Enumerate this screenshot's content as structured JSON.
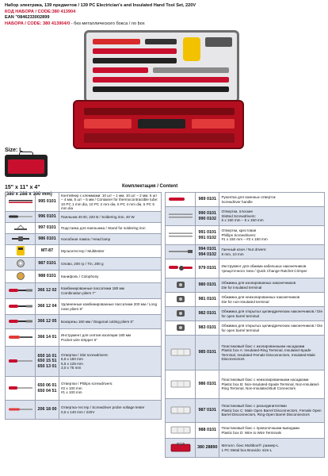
{
  "header": {
    "line1": "Набор электрика, 139 предметов / 139 PC Electrician's and Insulated Hand Tool Set, 220V",
    "line2": "КОД НАБОРА / CODE:380 413904",
    "line3": "EAN \"0846233002899",
    "line4_main": "НАБОРА / CODE: 380 413904/0",
    "line4_note": " - без металлического бокса / no box"
  },
  "size": {
    "label": "Size: L",
    "inches": "15\" x 11\" x 4\"",
    "mm": "(380 x 288 x 100 mm)"
  },
  "contents_title": "Комплектация / Content",
  "colors": {
    "accent": "#c8102e",
    "case_red": "#b50f1f",
    "grid": "#9aa2b2",
    "shade": "#dde3ee"
  },
  "left_items": [
    {
      "code": "995 0101",
      "desc": "Контейнер с клеммами: 10 шт – 1 мм, 10 шт – 2 мм, 5 шт – 4 мм, 5 шт – 5 мм / Container for thermocontractible tube: 10 PC 1 mm dia, 10 PC 2 mm dia, 5 PC 4 mm dia, 5 PC 5 mm dia",
      "icon": "tubes-icon"
    },
    {
      "code": "996 0101",
      "desc": "Паяльник 40 Вт, 220 В / Soldering iron, 40 W",
      "icon": "soldering-iron-icon"
    },
    {
      "code": "997 0101",
      "desc": "Подставка для паяльника / Stand for soldering iron",
      "icon": "stand-icon"
    },
    {
      "code": "986 0101",
      "desc": "Налобная лампа / Head lamp",
      "icon": "head-lamp-icon"
    },
    {
      "code": "MT-87",
      "desc": "Мультитестер / Multitester",
      "icon": "multitester-icon"
    },
    {
      "code": "987 0101",
      "desc": "Олово, 200 гр / Tin, 200 g",
      "icon": "tin-icon"
    },
    {
      "code": "988 0101",
      "desc": "Канифоль / Colophony",
      "icon": "colophony-icon"
    },
    {
      "code": "366 12 02",
      "desc": "Комбинированные пассатижи 180 мм\nCombination pliers 7\"",
      "icon": "pliers-icon"
    },
    {
      "code": "366 12 04",
      "desc": "Удлиненные комбинированные пассатижи 200 мм / Long nose pliers 8\"",
      "icon": "pliers-icon"
    },
    {
      "code": "366 12 05",
      "desc": "Бокорезы 160 мм / Diagonal cutting pliers 6\"",
      "icon": "pliers-icon"
    },
    {
      "code": "366 14 01",
      "desc": "Инструмент для снятия изоляции 180 мм\nPocket wire stripper 6\"",
      "icon": "stripper-icon"
    },
    {
      "code": "650 16 01\n650 15 51\n650 13 01",
      "desc": "Отвертки / Slot screwdrivers:\n6,5 x 150 mm\n5,5 x 125 mm\n3,0 x 75 mm",
      "icon": "screwdriver-icon"
    },
    {
      "code": "650 06 01\n650 04 51",
      "desc": "Отвертки / Philips screwdrivers:\n#2 x 100 mm\n#1 x 100 mm",
      "icon": "screwdriver-icon"
    },
    {
      "code": "206 18 00",
      "desc": "Отвертка-тестер / Screwdriver probe voltage tester\n0,5 x 140 mm / 220V",
      "icon": "tester-icon"
    }
  ],
  "right_items": [
    {
      "code": "989 0101",
      "desc": "Рукоятка для сменных отверток\nScrewdriver handle",
      "icon": "handle-icon"
    },
    {
      "code": "990 0101\n990 0102",
      "desc": "Отвертки, плоские\nSlotted Screwdrivers:\n6 x 150 mm – 5 x 150 mm",
      "icon": "bits-icon"
    },
    {
      "code": "991 0101\n991 0102",
      "desc": "Отвертки, крестовая\nPhillips Screwdrivers:\n#1 x 150 mm – #2 x 150 mm",
      "icon": "bits-icon"
    },
    {
      "code": "994 0101\n994 0102",
      "desc": "Гаечный ключ / Nut drivers:\n8 mm, 10 mm",
      "icon": "nut-driver-icon"
    },
    {
      "code": "979 0101",
      "desc": "Инструмент для обжима кабельных наконечников трещоточного типа / Quick Change Ratchet Crimper",
      "icon": "crimper-icon"
    },
    {
      "code": "980 0101",
      "desc": "Обжимка для изолированных наконечников\nDie for insulated terminal",
      "icon": "die-icon"
    },
    {
      "code": "981 0101",
      "desc": "Обжимка для неизолированных наконечников\nDie for non-insulated terminal",
      "icon": "die-icon"
    },
    {
      "code": "982 0101",
      "desc": "Обжимка для открытых цилиндрических наконечников / Die for open barrel terminal",
      "icon": "die-icon"
    },
    {
      "code": "983 0101",
      "desc": "Обжимка для открытых цилиндрических наконечников / Die for open barrel terminal",
      "icon": "die-icon"
    },
    {
      "code": "985 0101",
      "desc": "Пластиковый бокс с изолированными насадками\nPlastic box A: Insulated-Ring Terminal, Insulated-Spade Terminal, Insulated-Female Disconnectors, Insulated-Male Disconnectors",
      "icon": "box-icon"
    },
    {
      "code": "986 0101",
      "desc": "Пластиковый бокс с неизолированными насадками\nPlastic box B: Non-Insulated-Spade Terminal, Non-Insulated-Ring Terminal, Non-Insulated-Butt Connectors",
      "icon": "box-icon"
    },
    {
      "code": "987 0101",
      "desc": "Пластиковый бокс с разъединителями\nPlastic box C: Male Open Barrel Disconnectors, Female Open Barrel Disconnectors, Ring-Open Barrel Disconnectors",
      "icon": "box-icon"
    },
    {
      "code": "988 0101",
      "desc": "Пластиковый бокс с проволочными выводами\nPlastic box D: Wire to Wire Terminals",
      "icon": "box-icon"
    },
    {
      "code": "380 28890",
      "desc": "Металл. бокс Multibox®: размер-L\n1 PC Metal box Boxvido: size-L",
      "icon": "metal-box-icon"
    }
  ]
}
